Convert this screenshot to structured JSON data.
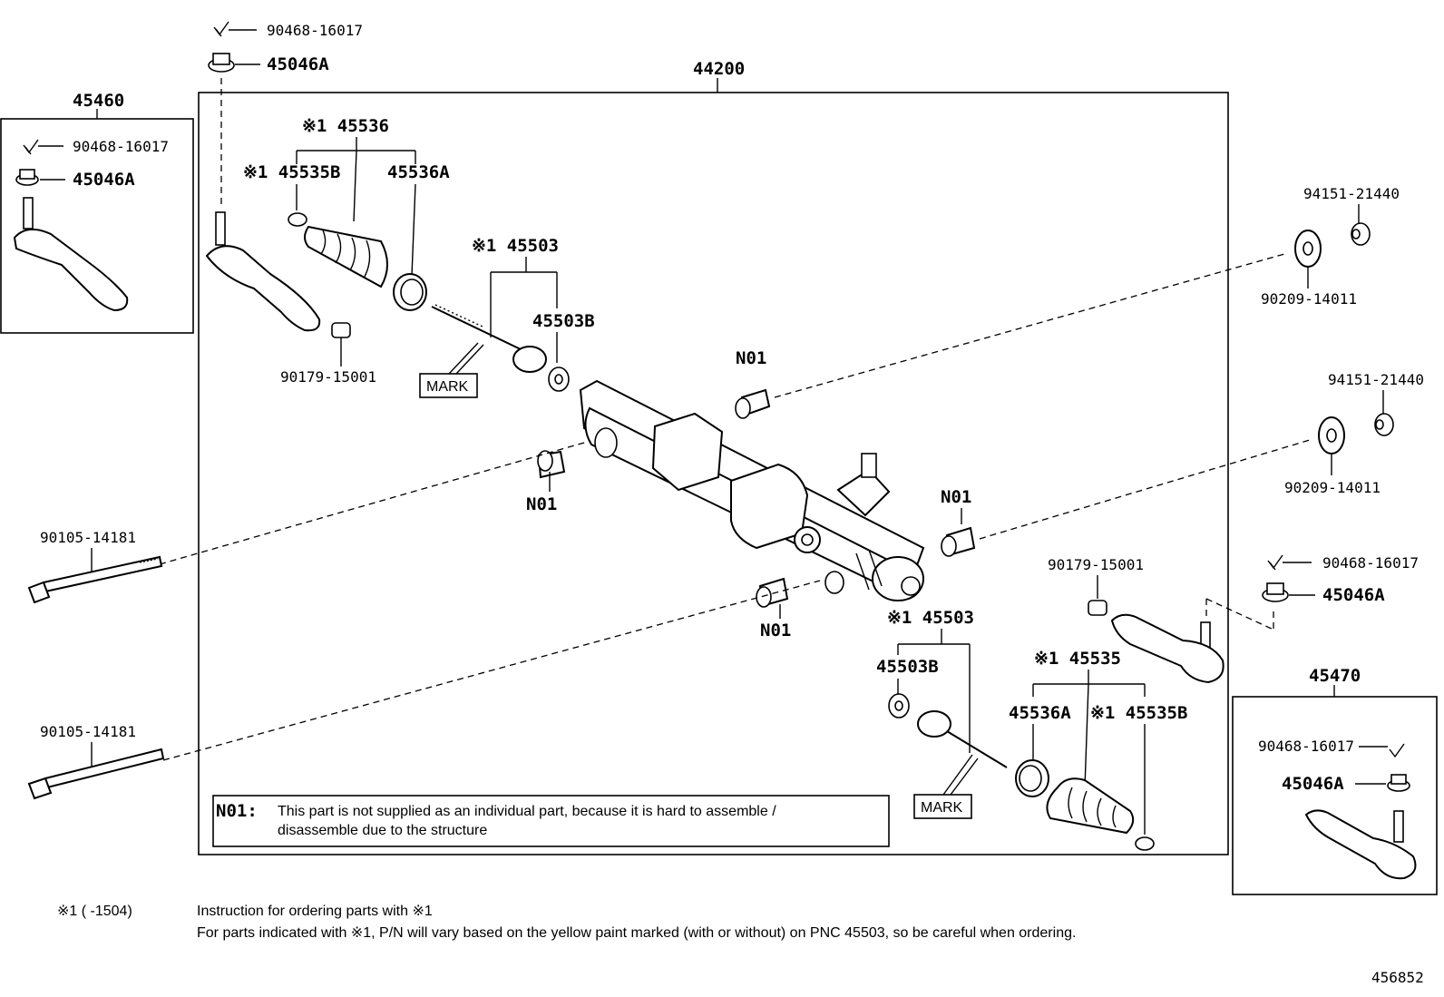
{
  "labels": {
    "assembly": "44200",
    "left_tie_rod_end_assy": "45460",
    "right_tie_rod_end_assy": "45470",
    "cotter_pin": "90468-16017",
    "castle_nut": "45046A",
    "boot_set_left": "※1 45536",
    "clamp_left": "※1 45535B",
    "clip_left": "45536A",
    "rack_end_left": "※1 45503",
    "lock_washer_left": "45503B",
    "bushing_nut": "90179-15001",
    "mount_n01": "N01",
    "bolt": "90105-14181",
    "mount_nut": "94151-21440",
    "mount_washer": "90209-14011",
    "rack_end_right": "※1 45503",
    "lock_washer_right": "45503B",
    "boot_set_right": "※1 45535",
    "clip_right": "45536A",
    "clamp_right": "※1 45535B",
    "mark": "MARK",
    "diagram_id": "456852"
  },
  "n01_note": {
    "code": "N01:",
    "line1": "This part is not supplied as an individual part, because it is hard to assemble /",
    "line2": "disassemble  due to the structure"
  },
  "footnote": {
    "marker": "※1 (       -1504)",
    "line1": "Instruction for ordering parts with ※1",
    "line2": "For parts indicated with ※1, P/N will vary based on the yellow paint marked (with or without) on PNC 45503, so be careful when ordering."
  }
}
